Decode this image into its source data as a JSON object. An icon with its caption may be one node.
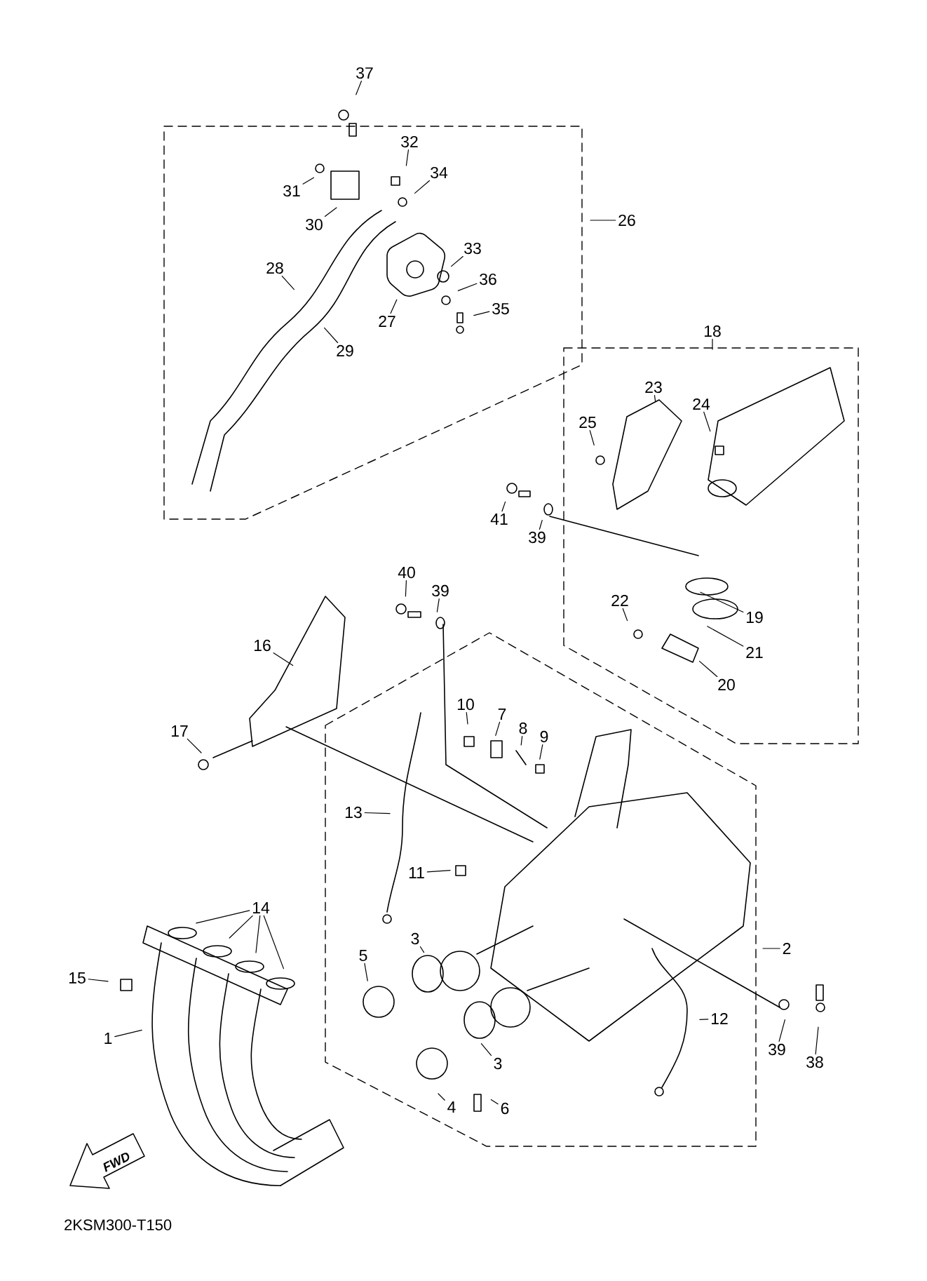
{
  "diagram": {
    "nodes": [
      {
        "text": [
          "37"
        ]
      },
      {
        "text": [
          "32"
        ]
      },
      {
        "text": [
          "34"
        ]
      },
      {
        "text": [
          "31"
        ]
      },
      {
        "text": [
          "26"
        ]
      },
      {
        "text": [
          "30"
        ]
      },
      {
        "text": [
          "33"
        ]
      },
      {
        "text": [
          "28"
        ]
      },
      {
        "text": [
          "36"
        ]
      },
      {
        "text": [
          "35"
        ]
      },
      {
        "text": [
          "27"
        ]
      },
      {
        "text": [
          "29"
        ]
      },
      {
        "text": [
          "18"
        ]
      },
      {
        "text": [
          "23"
        ]
      },
      {
        "text": [
          "24"
        ]
      },
      {
        "text": [
          "25"
        ]
      },
      {
        "text": [
          "41"
        ]
      },
      {
        "text": [
          "39"
        ]
      },
      {
        "text": [
          "40"
        ]
      },
      {
        "text": [
          "39"
        ]
      },
      {
        "text": [
          "22"
        ]
      },
      {
        "text": [
          "19"
        ]
      },
      {
        "text": [
          "16"
        ]
      },
      {
        "text": [
          "21"
        ]
      },
      {
        "text": [
          "20"
        ]
      },
      {
        "text": [
          "10"
        ]
      },
      {
        "text": [
          "7"
        ]
      },
      {
        "text": [
          "17"
        ]
      },
      {
        "text": [
          "8"
        ]
      },
      {
        "text": [
          "9"
        ]
      },
      {
        "text": [
          "13"
        ]
      },
      {
        "text": [
          "11"
        ]
      },
      {
        "text": [
          "14"
        ]
      },
      {
        "text": [
          "3"
        ]
      },
      {
        "text": [
          "2"
        ]
      },
      {
        "text": [
          "5"
        ]
      },
      {
        "text": [
          "15"
        ]
      },
      {
        "text": [
          "12"
        ]
      },
      {
        "text": [
          "1"
        ]
      },
      {
        "text": [
          "39"
        ]
      },
      {
        "text": [
          "38"
        ]
      },
      {
        "text": [
          "3"
        ]
      },
      {
        "text": [
          "4"
        ]
      },
      {
        "text": [
          "6"
        ]
      }
    ],
    "edges": [
      {
        "from": 0,
        "to": null,
        "arrow": "none"
      },
      {
        "from": 1,
        "to": null,
        "arrow": "none"
      },
      {
        "from": 2,
        "to": null,
        "arrow": "none"
      },
      {
        "from": 3,
        "to": null,
        "arrow": "none"
      },
      {
        "from": 4,
        "to": null,
        "arrow": "none"
      },
      {
        "from": 5,
        "to": null,
        "arrow": "none"
      },
      {
        "from": 6,
        "to": null,
        "arrow": "none"
      },
      {
        "from": 7,
        "to": null,
        "arrow": "none"
      },
      {
        "from": 8,
        "to": null,
        "arrow": "none"
      },
      {
        "from": 9,
        "to": null,
        "arrow": "none"
      },
      {
        "from": 10,
        "to": null,
        "arrow": "none"
      },
      {
        "from": 11,
        "to": null,
        "arrow": "none"
      },
      {
        "from": 12,
        "to": null,
        "arrow": "none"
      },
      {
        "from": 13,
        "to": null,
        "arrow": "none"
      },
      {
        "from": 14,
        "to": null,
        "arrow": "none"
      },
      {
        "from": 15,
        "to": null,
        "arrow": "none"
      },
      {
        "from": 16,
        "to": null,
        "arrow": "none"
      },
      {
        "from": 17,
        "to": null,
        "arrow": "none"
      },
      {
        "from": 18,
        "to": null,
        "arrow": "none"
      },
      {
        "from": 19,
        "to": null,
        "arrow": "none"
      },
      {
        "from": 20,
        "to": null,
        "arrow": "none"
      },
      {
        "from": 21,
        "to": null,
        "arrow": "none"
      },
      {
        "from": 22,
        "to": null,
        "arrow": "none"
      },
      {
        "from": 23,
        "to": null,
        "arrow": "none"
      },
      {
        "from": 24,
        "to": null,
        "arrow": "none"
      },
      {
        "from": 25,
        "to": null,
        "arrow": "none"
      },
      {
        "from": 26,
        "to": null,
        "arrow": "none"
      },
      {
        "from": 27,
        "to": null,
        "arrow": "none"
      },
      {
        "from": 28,
        "to": null,
        "arrow": "none"
      },
      {
        "from": 29,
        "to": null,
        "arrow": "none"
      },
      {
        "from": 30,
        "to": null,
        "arrow": "none"
      },
      {
        "from": 31,
        "to": null,
        "arrow": "none"
      },
      {
        "from": 32,
        "to": null,
        "arrow": "none"
      },
      {
        "from": 32,
        "to": null,
        "arrow": "none"
      },
      {
        "from": 32,
        "to": null,
        "arrow": "none"
      },
      {
        "from": 32,
        "to": null,
        "arrow": "none"
      },
      {
        "from": 33,
        "to": null,
        "arrow": "none"
      },
      {
        "from": 34,
        "to": null,
        "arrow": "none"
      },
      {
        "from": 35,
        "to": null,
        "arrow": "none"
      },
      {
        "from": 36,
        "to": null,
        "arrow": "none"
      },
      {
        "from": 37,
        "to": null,
        "arrow": "none"
      },
      {
        "from": 38,
        "to": null,
        "arrow": "none"
      },
      {
        "from": 39,
        "to": null,
        "arrow": "none"
      },
      {
        "from": 40,
        "to": null,
        "arrow": "none"
      },
      {
        "from": 41,
        "to": null,
        "arrow": "none"
      },
      {
        "from": 42,
        "to": null,
        "arrow": "none"
      },
      {
        "from": 43,
        "to": null,
        "arrow": "none"
      }
    ],
    "labels": [
      "FWD",
      "2KSM300-T150"
    ]
  }
}
